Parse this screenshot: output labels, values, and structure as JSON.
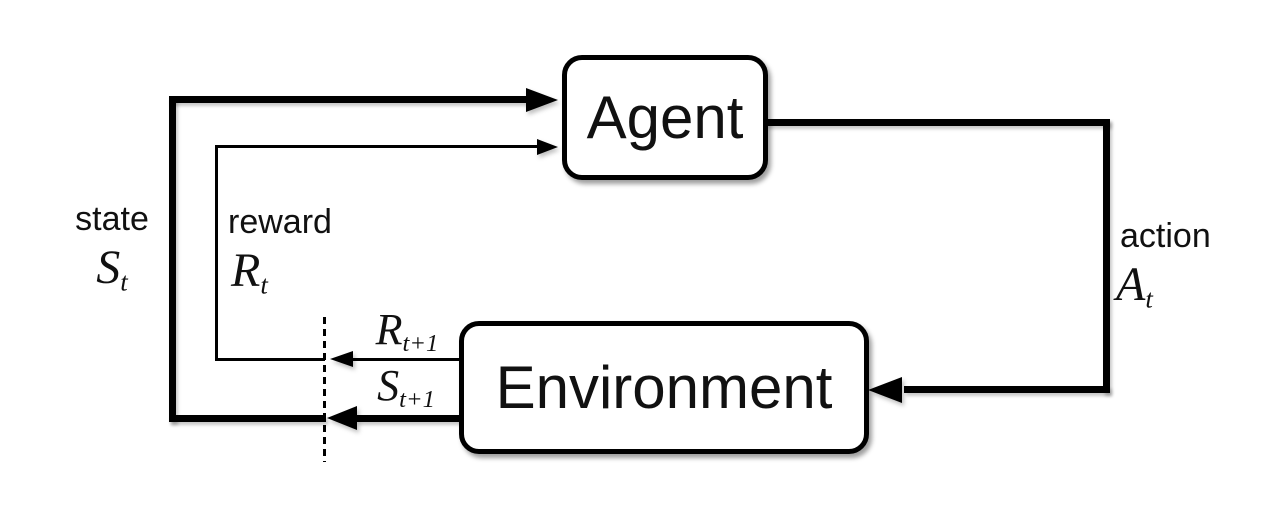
{
  "diagram": {
    "nodes": {
      "agent": {
        "label": "Agent"
      },
      "environment": {
        "label": "Environment"
      }
    },
    "edge_labels": {
      "state": {
        "word": "state",
        "symbol": "S",
        "subscript": "t"
      },
      "reward": {
        "word": "reward",
        "symbol": "R",
        "subscript": "t"
      },
      "action": {
        "word": "action",
        "symbol": "A",
        "subscript": "t"
      },
      "next_reward": {
        "symbol": "R",
        "subscript": "t+1"
      },
      "next_state": {
        "symbol": "S",
        "subscript": "t+1"
      }
    },
    "colors": {
      "line": "#000000",
      "background": "#ffffff",
      "node_fill": "#ffffff",
      "text": "#111111"
    }
  }
}
